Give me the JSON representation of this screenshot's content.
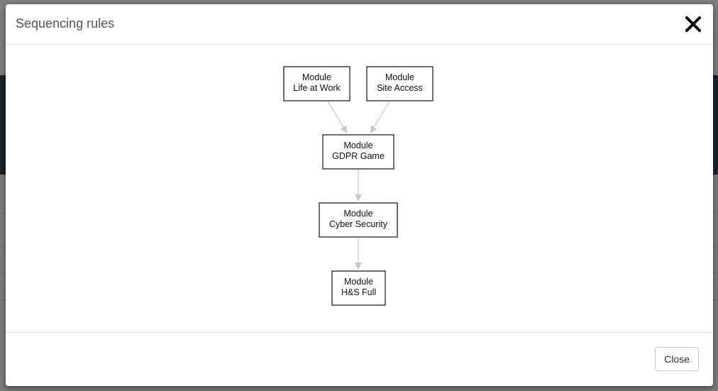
{
  "modal": {
    "title": "Sequencing rules",
    "close_button_label": "Close"
  },
  "graph": {
    "nodes": [
      {
        "id": "life",
        "line1": "Module",
        "line2": "Life at Work"
      },
      {
        "id": "site",
        "line1": "Module",
        "line2": "Site Access"
      },
      {
        "id": "gdpr",
        "line1": "Module",
        "line2": "GDPR Game"
      },
      {
        "id": "cyber",
        "line1": "Module",
        "line2": "Cyber Security"
      },
      {
        "id": "hs",
        "line1": "Module",
        "line2": "H&S Full"
      }
    ],
    "edges": [
      {
        "from": "Life at Work",
        "to": "GDPR Game"
      },
      {
        "from": "Site Access",
        "to": "GDPR Game"
      },
      {
        "from": "GDPR Game",
        "to": "Cyber Security"
      },
      {
        "from": "Cyber Security",
        "to": "H&S Full"
      }
    ],
    "edge_color": "#c8c8c8",
    "node_border_color": "#111111"
  }
}
